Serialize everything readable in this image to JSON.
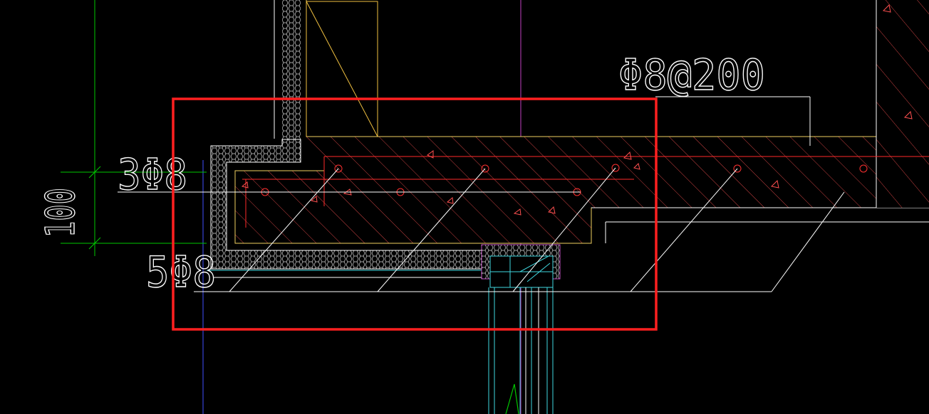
{
  "annotations": {
    "top_rebar": "Φ8@200",
    "upper_bars": "3Φ8",
    "lower_bars": "5Φ8",
    "dimension": "100"
  },
  "colors": {
    "background": "#000000",
    "annotation": "#ffffff",
    "dimension": "#00c800",
    "rebar": "#ff2a2a",
    "hatch": "#ff5a5a",
    "insulation": "#ffffff",
    "outline": "#f0d060",
    "frame": "#40d8e0",
    "highlight_box": "#ff2020",
    "axis_magenta": "#c040c0",
    "axis_blue": "#4050ff"
  }
}
